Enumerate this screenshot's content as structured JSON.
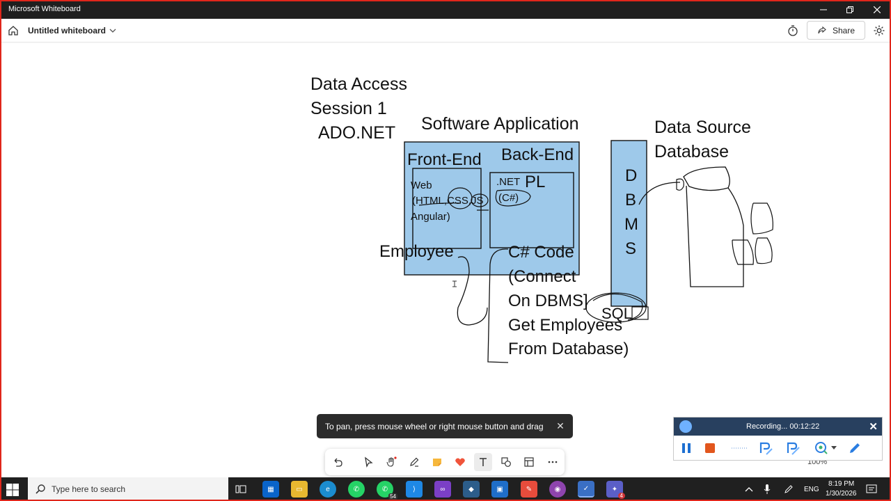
{
  "window": {
    "title": "Microsoft Whiteboard"
  },
  "header": {
    "doc_title": "Untitled whiteboard",
    "share_label": "Share"
  },
  "whiteboard": {
    "title_lines": [
      "Data Access",
      "Session 1",
      "ADO.NET"
    ],
    "software_label": "Software Application",
    "frontend_label": "Front-End",
    "backend_label": "Back-End",
    "web_lines": [
      "Web",
      "(HTML,CSS,JS",
      "Angular)"
    ],
    "net_label": ".NET",
    "pl_label": "PL",
    "csharp_label": "(C#)",
    "employee_label": "Employee",
    "code_lines": [
      "C# Code",
      "(Connect",
      "On DBMS]",
      "Get  Employees",
      "From Database)"
    ],
    "dbms_letters": [
      "D",
      "B",
      "M",
      "S"
    ],
    "datasource_lines": [
      "Data Source",
      "Database"
    ],
    "sql_label": "SQL"
  },
  "toast": {
    "text": "To pan, press mouse wheel or right mouse button and drag"
  },
  "recorder": {
    "status": "Recording...  00:12:22"
  },
  "zoom": {
    "level": "100%"
  },
  "taskbar": {
    "search_placeholder": "Type here to search",
    "whatsapp_badge": "54",
    "teams_badge": "4",
    "language": "ENG",
    "time": "8:19 PM",
    "date": "1/30/2026"
  },
  "colors": {
    "box_fill": "#9ec9ea",
    "titlebar": "#1f1f1f",
    "frame": "#e0261b",
    "recorder_bar": "#28405f"
  }
}
